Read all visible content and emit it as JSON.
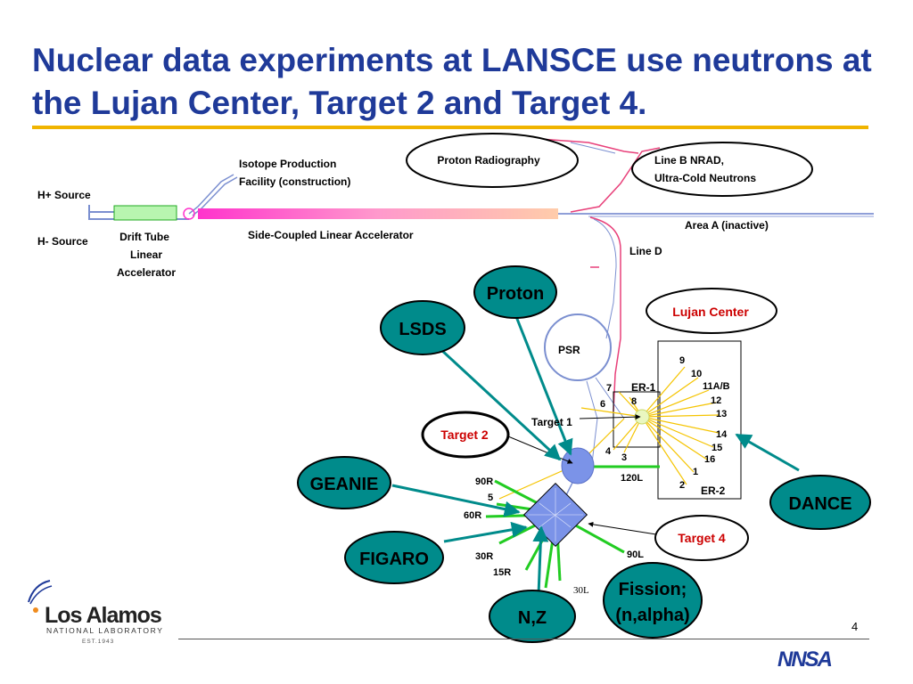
{
  "title": "Nuclear data experiments at LANSCE use neutrons at the Lujan Center, Target 2 and Target 4.",
  "labels": {
    "h_plus_source": "H+ Source",
    "h_minus_source": "H- Source",
    "dtl_1": "Drift Tube",
    "dtl_2": "Linear",
    "dtl_3": "Accelerator",
    "isotope_1": "Isotope Production",
    "isotope_2": "Facility (construction)",
    "sclinac": "Side-Coupled  Linear Accelerator",
    "line_b_1": "Line B    NRAD,",
    "line_b_2": "Ultra-Cold Neutrons",
    "area_a": "Area A (inactive)",
    "line_d": "Line D",
    "psr": "PSR",
    "target_1": "Target 1",
    "er1": "ER-1",
    "er2": "ER-2",
    "flight_paths": [
      "9",
      "10",
      "11A/B",
      "12",
      "13",
      "14",
      "15",
      "16",
      "1",
      "2",
      "3",
      "4",
      "6",
      "7",
      "8"
    ],
    "target4_paths": [
      "90R",
      "5",
      "60R",
      "30R",
      "15R",
      "90L",
      "120L",
      "30L"
    ]
  },
  "bubbles": {
    "proton_radiography": "Proton Radiography",
    "lujan_center": "Lujan Center",
    "target_2": "Target 2",
    "target_4": "Target 4",
    "proton": "Proton",
    "lsds": "LSDS",
    "geanie": "GEANIE",
    "figaro": "FIGARO",
    "nz": "N,Z",
    "fission_1": "Fission;",
    "fission_2": "(n,alpha)",
    "dance": "DANCE"
  },
  "footer": {
    "page_number": "4",
    "lab_name": "Los Alamos",
    "lab_sub": "NATIONAL LABORATORY",
    "lab_est": "EST.1943",
    "agency": "NNSA"
  },
  "colors": {
    "title": "#1f3a99",
    "bubble_fill": "#008b8b",
    "arrow": "#008b8b",
    "beamline": "#e8407a",
    "flight_path_yellow": "#f5c400",
    "flight_path_green": "#22cc22",
    "red_label": "#cc0000"
  }
}
